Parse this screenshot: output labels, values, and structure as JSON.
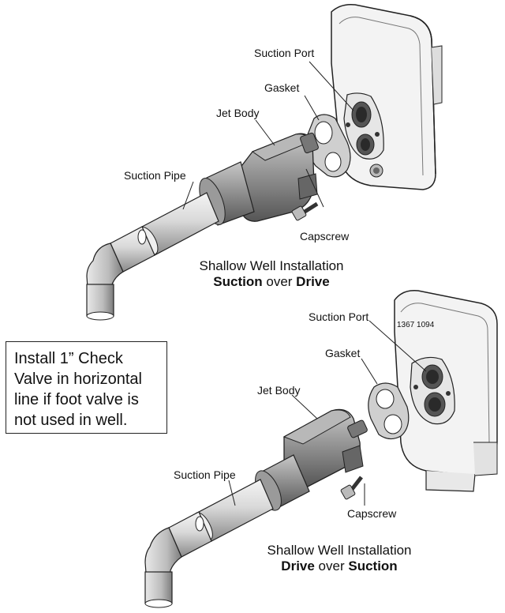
{
  "diagram_1": {
    "label_suction_port": "Suction Port",
    "label_gasket": "Gasket",
    "label_jet_body": "Jet Body",
    "label_suction_pipe": "Suction Pipe",
    "label_capscrew": "Capscrew",
    "caption_line1": "Shallow Well Installation",
    "caption_bold_a": "Suction",
    "caption_mid": " over ",
    "caption_bold_b": "Drive"
  },
  "diagram_2": {
    "label_suction_port": "Suction Port",
    "label_gasket": "Gasket",
    "label_jet_body": "Jet Body",
    "label_suction_pipe": "Suction Pipe",
    "label_capscrew": "Capscrew",
    "caption_line1": "Shallow Well Installation",
    "caption_bold_a": "Drive",
    "caption_mid": " over ",
    "caption_bold_b": "Suction",
    "part_number": "1367 1094"
  },
  "note": {
    "text": "Install 1” Check Valve in horizontal line if foot valve is not used in well."
  }
}
